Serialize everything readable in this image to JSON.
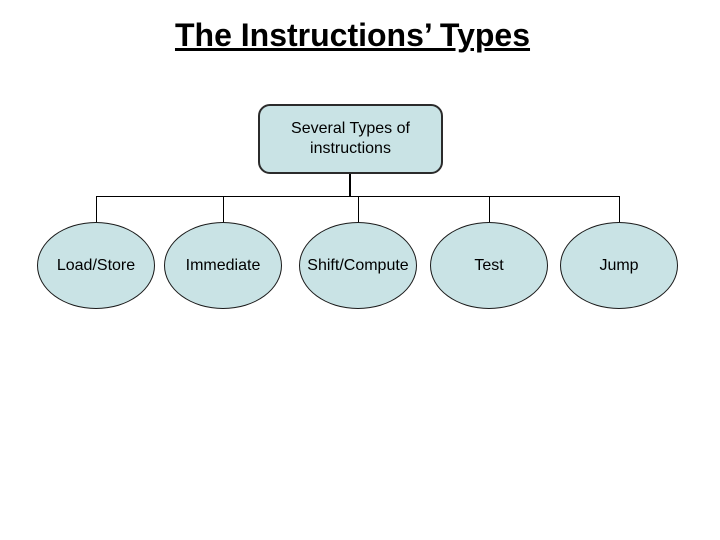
{
  "slide": {
    "title": "The Instructions’ Types",
    "root_box": {
      "line1": "Several Types of",
      "line2": "instructions"
    },
    "nodes": [
      {
        "label": "Load/Store"
      },
      {
        "label": "Immediate"
      },
      {
        "label": "Shift/Compute"
      },
      {
        "label": "Test"
      },
      {
        "label": "Jump"
      }
    ],
    "colors": {
      "shape_fill": "#c9e3e5",
      "shape_border": "#1a1a1a",
      "connector": "#000000",
      "text": "#000000",
      "background": "#ffffff"
    }
  }
}
